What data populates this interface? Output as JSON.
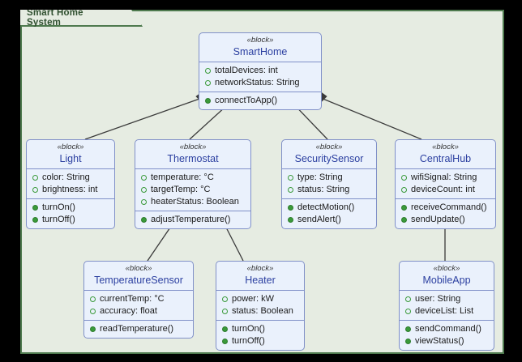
{
  "diagram": {
    "frame_label": "Smart Home System",
    "frame_color": "#4e7a4e",
    "frame_fill": "#e6ece2",
    "block_border": "#8090c8",
    "block_fill": "#eaf1fc",
    "block_name_color": "#2b3fa0",
    "attribute_marker_color": "#3a9a3a",
    "operation_marker_color": "#3a9a3a",
    "stereotype": "« block »"
  },
  "blocks": [
    {
      "id": "smarthome",
      "stereotype": "«block»",
      "name": "SmartHome",
      "attributes": [
        "totalDevices: int",
        "networkStatus: String"
      ],
      "operations": [
        "connectToApp()"
      ]
    },
    {
      "id": "light",
      "stereotype": "«block»",
      "name": "Light",
      "attributes": [
        "color: String",
        "brightness: int"
      ],
      "operations": [
        "turnOn()",
        "turnOff()"
      ]
    },
    {
      "id": "thermostat",
      "stereotype": "«block»",
      "name": "Thermostat",
      "attributes": [
        "temperature: °C",
        "targetTemp: °C",
        "heaterStatus: Boolean"
      ],
      "operations": [
        "adjustTemperature()"
      ]
    },
    {
      "id": "securitysensor",
      "stereotype": "«block»",
      "name": "SecuritySensor",
      "attributes": [
        "type: String",
        "status: String"
      ],
      "operations": [
        "detectMotion()",
        "sendAlert()"
      ]
    },
    {
      "id": "centralhub",
      "stereotype": "«block»",
      "name": "CentralHub",
      "attributes": [
        "wifiSignal: String",
        "deviceCount: int"
      ],
      "operations": [
        "receiveCommand()",
        "sendUpdate()"
      ]
    },
    {
      "id": "temperaturesensor",
      "stereotype": "«block»",
      "name": "TemperatureSensor",
      "attributes": [
        "currentTemp: °C",
        "accuracy: float"
      ],
      "operations": [
        "readTemperature()"
      ]
    },
    {
      "id": "heater",
      "stereotype": "«block»",
      "name": "Heater",
      "attributes": [
        "power: kW",
        "status: Boolean"
      ],
      "operations": [
        "turnOn()",
        "turnOff()"
      ]
    },
    {
      "id": "mobileapp",
      "stereotype": "«block»",
      "name": "MobileApp",
      "attributes": [
        "user: String",
        "deviceList: List"
      ],
      "operations": [
        "sendCommand()",
        "viewStatus()"
      ]
    }
  ],
  "relationships": [
    {
      "type": "composition",
      "from": "SmartHome",
      "to": "Light"
    },
    {
      "type": "composition",
      "from": "SmartHome",
      "to": "Thermostat"
    },
    {
      "type": "composition",
      "from": "SmartHome",
      "to": "SecuritySensor"
    },
    {
      "type": "composition",
      "from": "SmartHome",
      "to": "CentralHub"
    },
    {
      "type": "composition",
      "from": "Thermostat",
      "to": "TemperatureSensor"
    },
    {
      "type": "composition",
      "from": "Thermostat",
      "to": "Heater"
    },
    {
      "type": "composition",
      "from": "CentralHub",
      "to": "MobileApp"
    }
  ]
}
